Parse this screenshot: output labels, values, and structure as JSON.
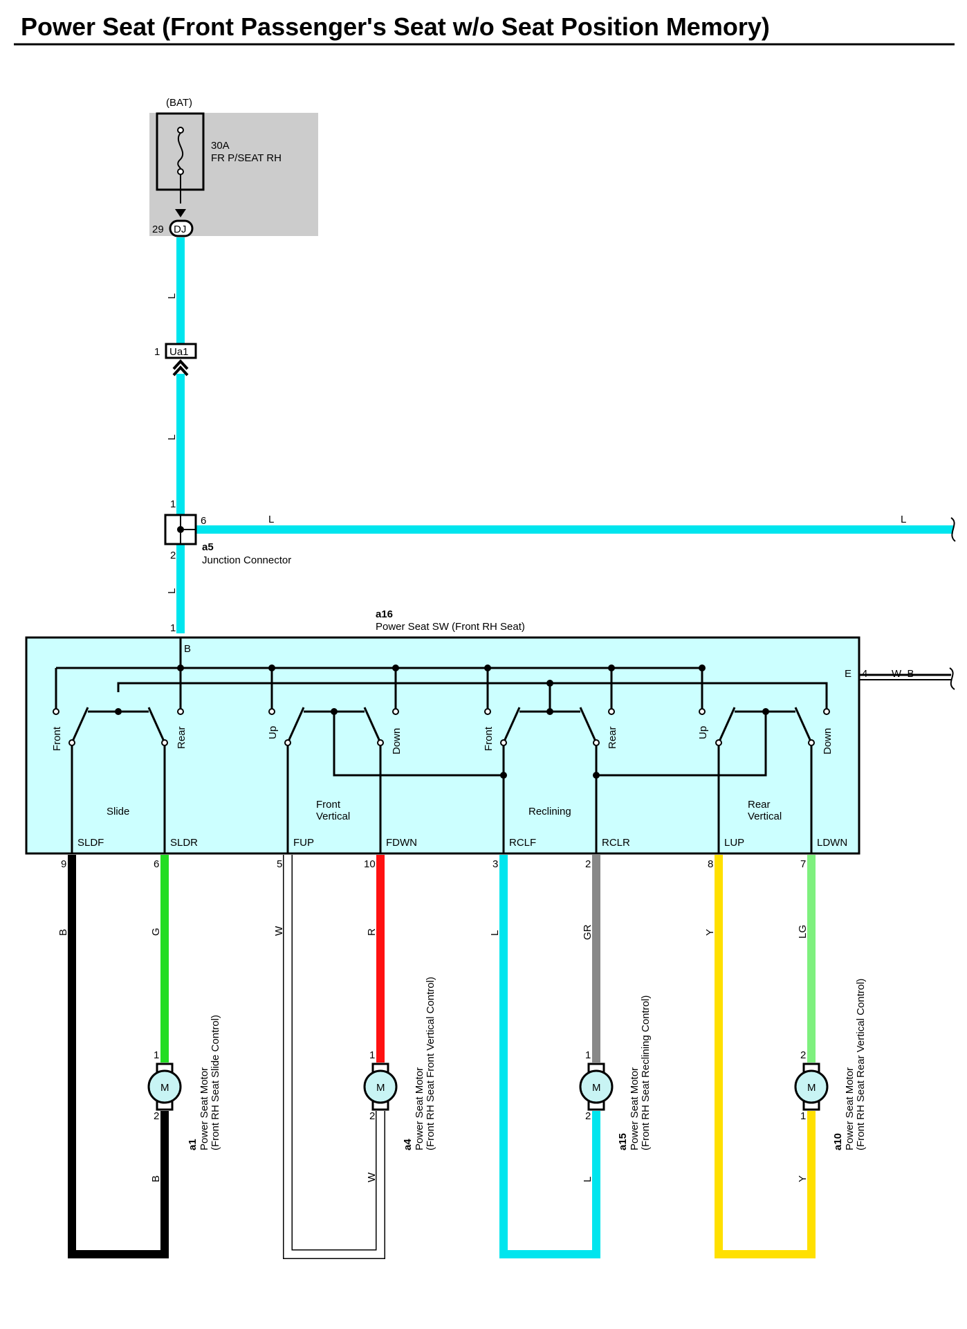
{
  "title": "Power Seat (Front Passenger's Seat w/o Seat Position Memory)",
  "source": "(BAT)",
  "fuse": {
    "amps": "30A",
    "name": "FR P/SEAT RH"
  },
  "dj": {
    "pin": "29",
    "label": "DJ"
  },
  "ua1": {
    "pin": "1",
    "label": "Ua1"
  },
  "junction": {
    "code": "a5",
    "name": "Junction Connector",
    "pin_top": "1",
    "pin_bottom": "2",
    "pin_right": "6"
  },
  "switch": {
    "code": "a16",
    "name": "Power Seat SW (Front RH Seat)",
    "pin_top": "1",
    "b_label": "B",
    "e_label": "E",
    "e_pin": "4"
  },
  "wire_labels": {
    "L": "L",
    "WB": "W–B"
  },
  "switch_labels": {
    "s1l": "Front",
    "s1r": "Rear",
    "s2l": "Up",
    "s2r": "Down",
    "s3l": "Front",
    "s3r": "Rear",
    "s4l": "Up",
    "s4r": "Down"
  },
  "sections": {
    "slide": "Slide",
    "front_vertical_1": "Front",
    "front_vertical_2": "Vertical",
    "reclining": "Reclining",
    "rear_vertical_1": "Rear",
    "rear_vertical_2": "Vertical"
  },
  "terminals": [
    {
      "name": "SLDF",
      "pin": "9",
      "wire": "B"
    },
    {
      "name": "SLDR",
      "pin": "6",
      "wire": "G"
    },
    {
      "name": "FUP",
      "pin": "5",
      "wire": "W"
    },
    {
      "name": "FDWN",
      "pin": "10",
      "wire": "R"
    },
    {
      "name": "RCLF",
      "pin": "3",
      "wire": "L"
    },
    {
      "name": "RCLR",
      "pin": "2",
      "wire": "GR"
    },
    {
      "name": "LUP",
      "pin": "8",
      "wire": "Y"
    },
    {
      "name": "LDWN",
      "pin": "7",
      "wire": "LG"
    }
  ],
  "motors": [
    {
      "code": "a1",
      "line1": "Power Seat Motor",
      "line2": "(Front RH Seat Slide Control)",
      "top_pin": "1",
      "bottom_pin": "2",
      "return_wire": "B",
      "symbol": "M"
    },
    {
      "code": "a4",
      "line1": "Power Seat Motor",
      "line2": "(Front RH Seat Front Vertical Control)",
      "top_pin": "1",
      "bottom_pin": "2",
      "return_wire": "W",
      "symbol": "M"
    },
    {
      "code": "a15",
      "line1": "Power Seat Motor",
      "line2": "(Front RH Seat Reclining Control)",
      "top_pin": "1",
      "bottom_pin": "2",
      "return_wire": "L",
      "symbol": "M"
    },
    {
      "code": "a10",
      "line1": "Power Seat Motor",
      "line2": "(Front RH Seat Rear Vertical Control)",
      "top_pin": "2",
      "bottom_pin": "1",
      "return_wire": "Y",
      "symbol": "M"
    }
  ],
  "colors": {
    "L": "#00e5ee",
    "B": "#000000",
    "G": "#22dd22",
    "W": "#ffffff",
    "R": "#ff1111",
    "GR": "#888888",
    "Y": "#ffe000",
    "LG": "#7ef07e",
    "switch_fill": "#ccffff",
    "fuse_box": "#cccccc",
    "motor_fill": "#c8f4f4"
  }
}
